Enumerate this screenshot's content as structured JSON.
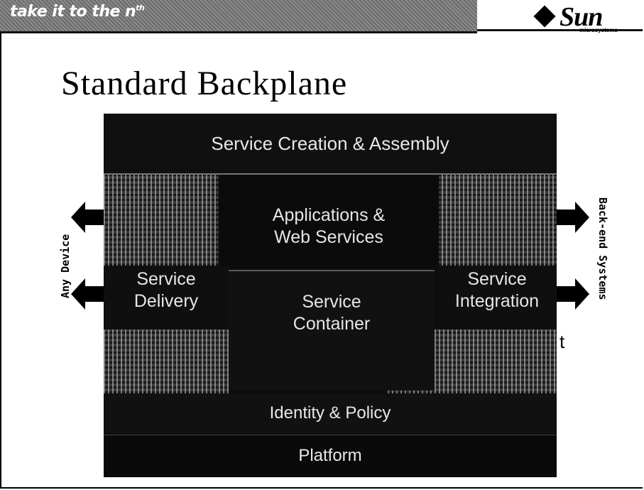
{
  "header": {
    "tagline": "take it to the n",
    "tagline_sup": "th",
    "logo_name": "Sun",
    "logo_sub": "microsystems"
  },
  "slide": {
    "title": "Standard Backplane"
  },
  "diagram": {
    "top_band": "Service Creation & Assembly",
    "center_upper": [
      "Applications &",
      "Web Services"
    ],
    "left_column": [
      "Service",
      "Delivery"
    ],
    "center_lower": [
      "Service",
      "Container"
    ],
    "right_column": [
      "Service",
      "Integration"
    ],
    "identity_band": "Identity & Policy",
    "platform_band": "Platform",
    "stray_text": "t",
    "left_label": "Any Device",
    "right_label": "Back-end Systems"
  }
}
